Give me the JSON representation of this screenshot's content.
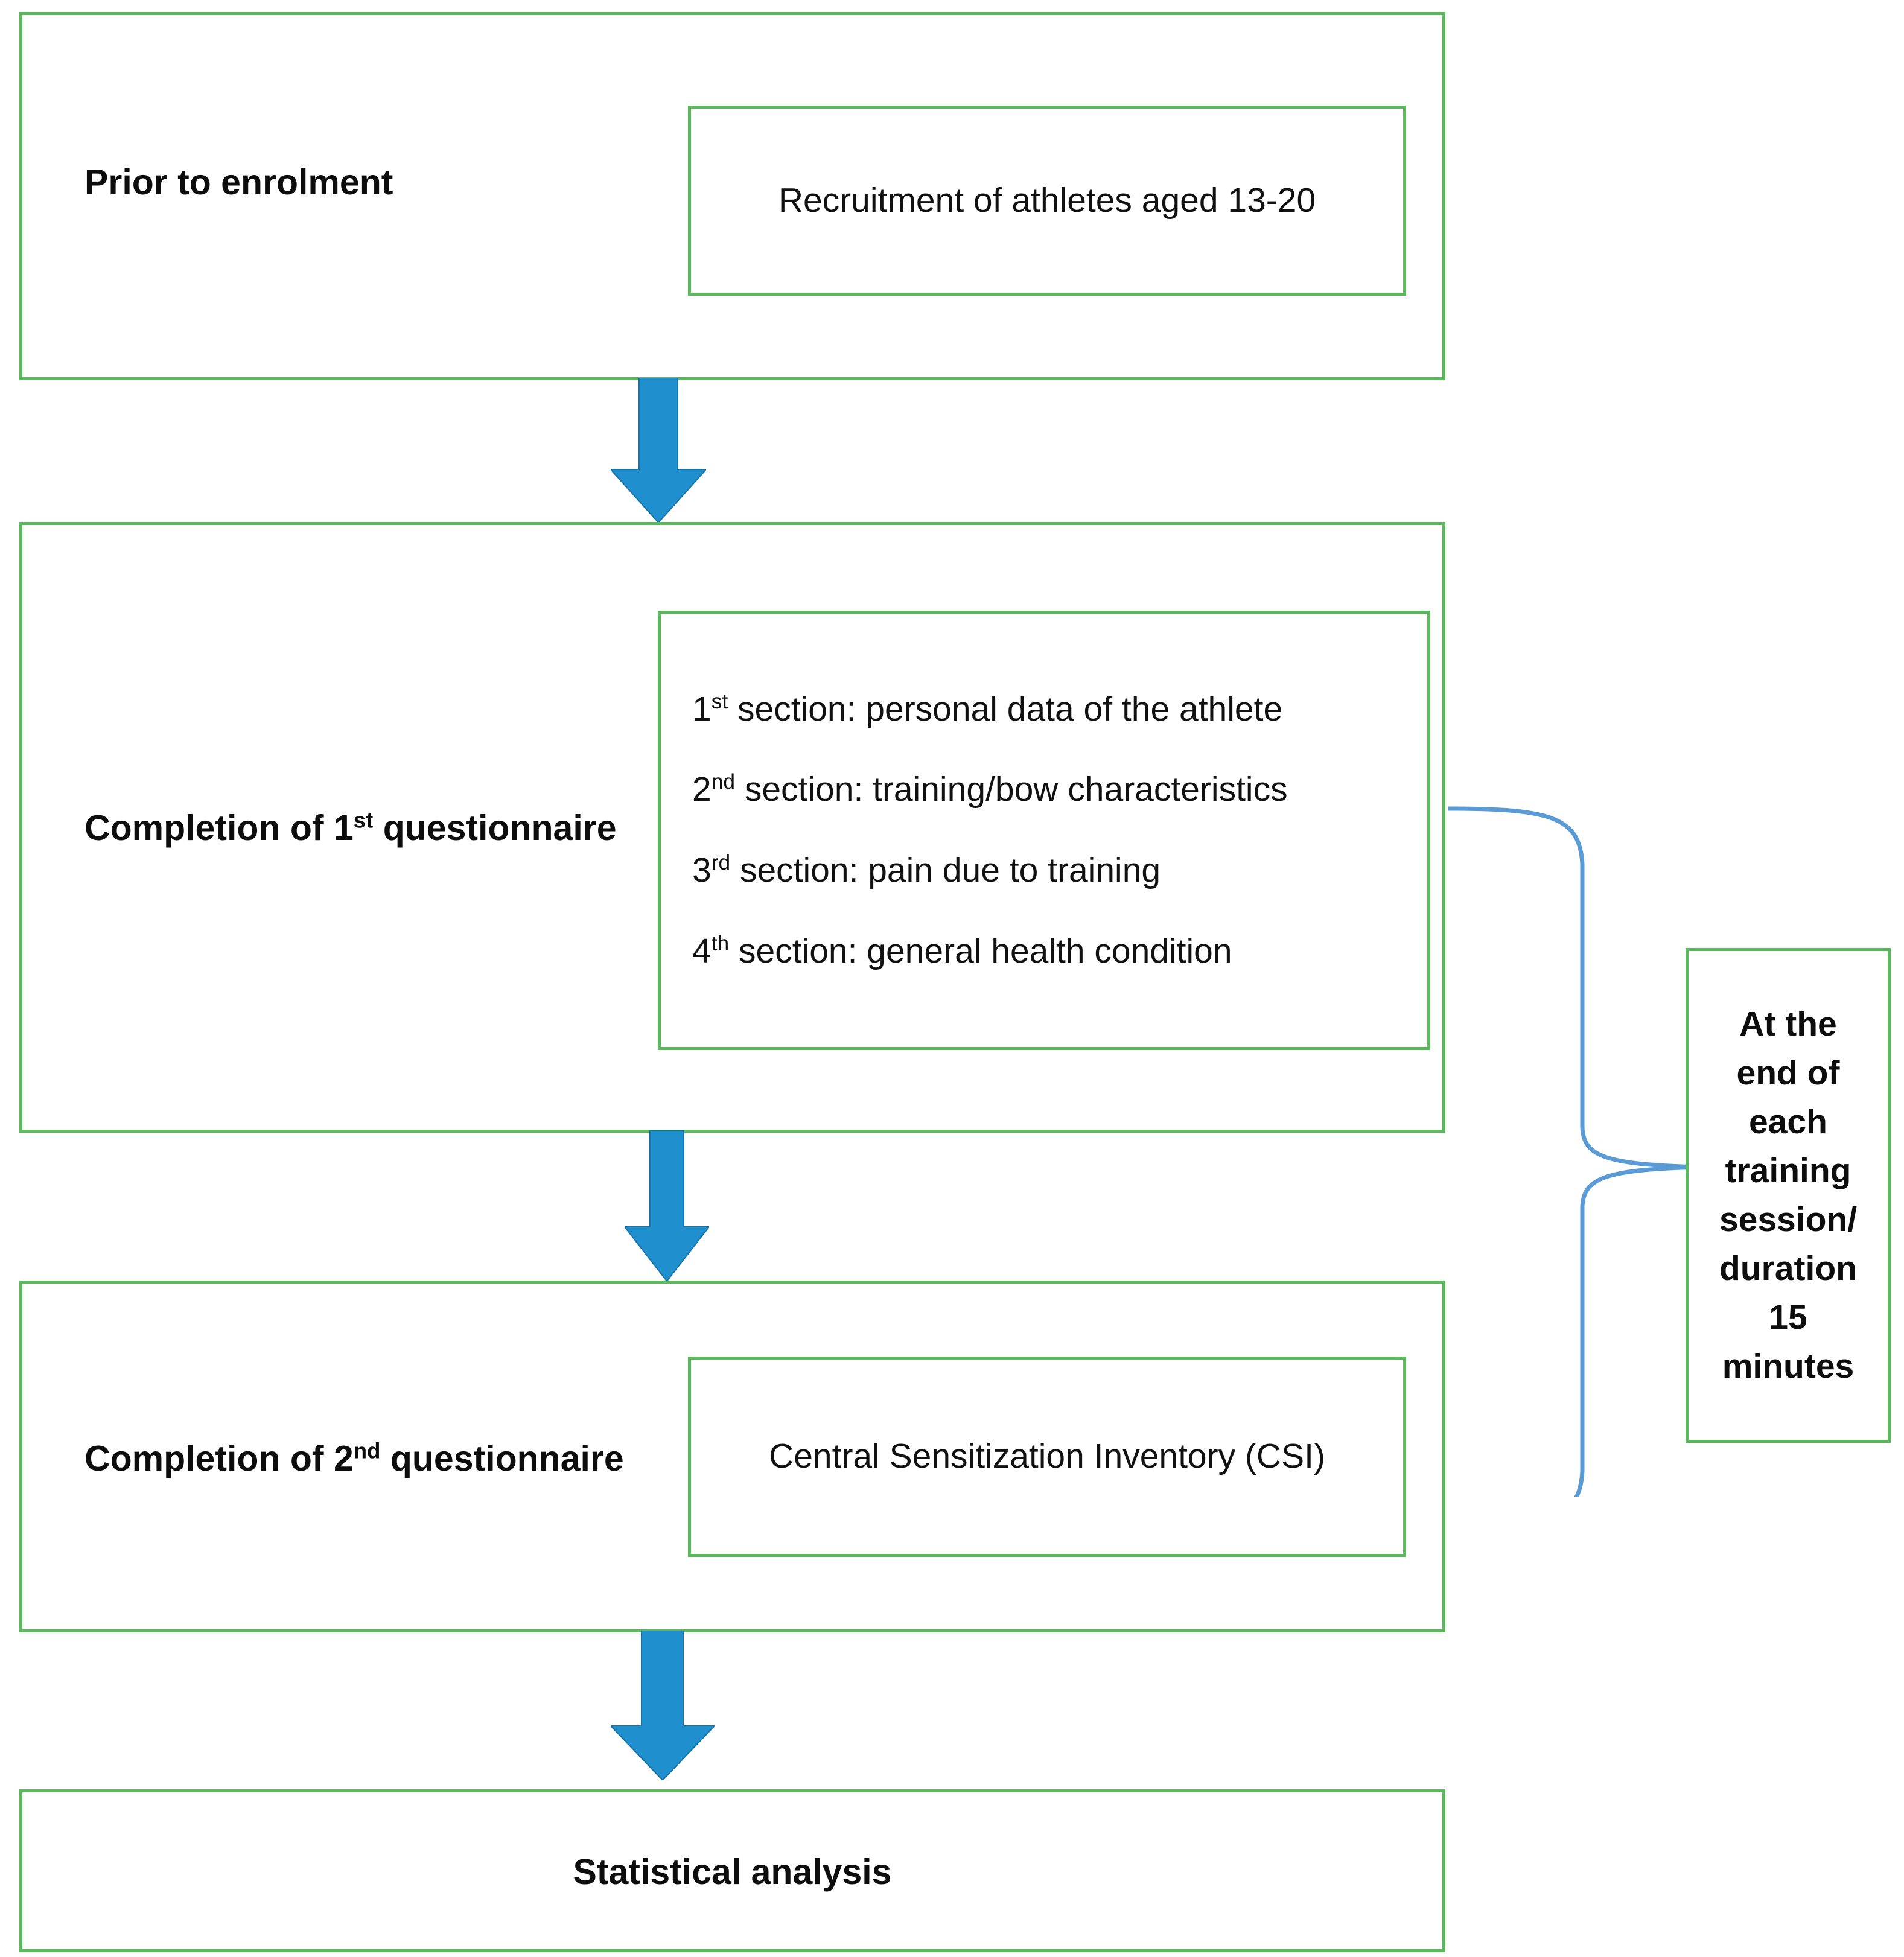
{
  "diagram": {
    "title": "Study protocol flowchart",
    "colors": {
      "box_border_green": "#5cb85c",
      "arrow_blue": "#1f8fce",
      "brace_blue": "#5b9bd5",
      "text_black": "#0d0d0d",
      "background": "#ffffff"
    },
    "stages": [
      {
        "id": "prior-to-enrolment",
        "label": "Prior to enrolment",
        "inner": {
          "id": "recruitment",
          "lines": [
            "Recruitment of athletes aged 13-20"
          ]
        }
      },
      {
        "id": "first-questionnaire",
        "label_prefix": "Completion of 1",
        "label_sup": "st",
        "label_suffix": " questionnaire",
        "inner": {
          "id": "questionnaire-sections",
          "sections": [
            {
              "ordinal": "1",
              "sup": "st",
              "text": " section: personal data of the athlete"
            },
            {
              "ordinal": "2",
              "sup": "nd",
              "text": " section: training/bow characteristics"
            },
            {
              "ordinal": "3",
              "sup": "rd",
              "text": " section: pain due to training"
            },
            {
              "ordinal": "4",
              "sup": "th",
              "text": " section: general health condition"
            }
          ]
        }
      },
      {
        "id": "second-questionnaire",
        "label_prefix": "Completion of 2",
        "label_sup": "nd",
        "label_suffix": " questionnaire",
        "inner": {
          "id": "csi",
          "lines": [
            "Central Sensitization Inventory (CSI)"
          ]
        }
      },
      {
        "id": "statistical-analysis",
        "label": "Statistical analysis"
      }
    ],
    "note": {
      "id": "timing-note",
      "lines": [
        "At the",
        "end of",
        "each",
        "training",
        "session/",
        "duration",
        "15",
        "minutes"
      ],
      "text": "At the end of each training session/ duration 15 minutes"
    },
    "arrows": [
      {
        "id": "arrow-enrolment-to-q1",
        "direction": "down"
      },
      {
        "id": "arrow-q1-to-q2",
        "direction": "down"
      },
      {
        "id": "arrow-q2-to-analysis",
        "direction": "down"
      }
    ],
    "connector": {
      "id": "brace-connector",
      "shape": "curly-brace-right",
      "description": "Brace grouping the 1st and 2nd questionnaire stages to the timing note"
    }
  }
}
